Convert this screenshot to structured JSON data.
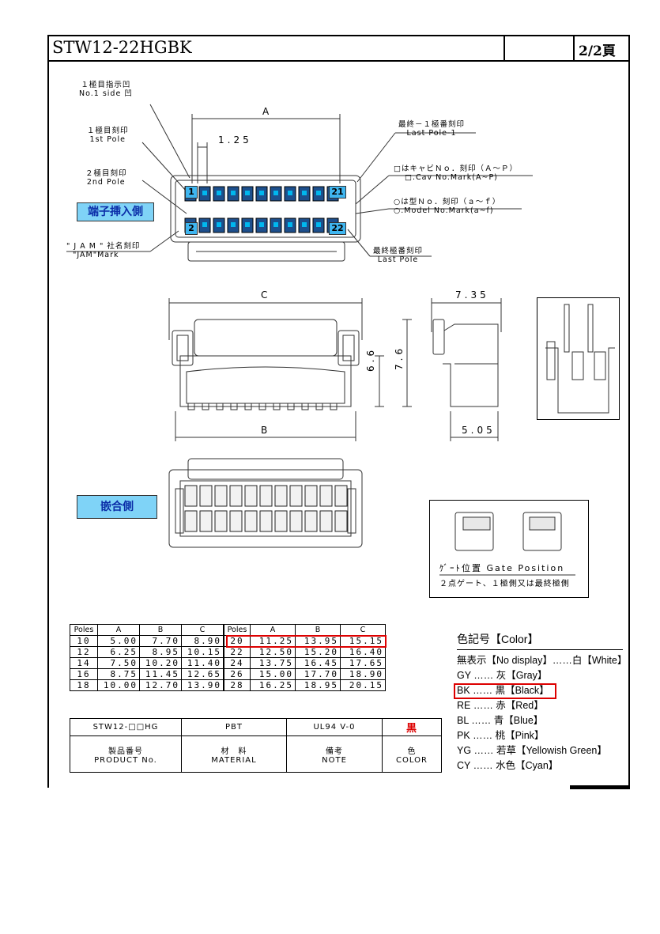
{
  "header": {
    "part_number": "STW12-22HGBK",
    "page": "2/2頁"
  },
  "top_view": {
    "no1_side_mark_jp": "１極目指示凹",
    "no1_side_mark_en": "No.1 side 凹",
    "first_pole_jp": "１極目刻印",
    "first_pole_en": "1st Pole",
    "second_pole_jp": "２極目刻印",
    "second_pole_en": "2nd Pole",
    "jam_mark_jp": "\" J A M \" 社名刻印",
    "jam_mark_en": "\"JAM\"Mark",
    "last_pole_minus1_jp": "最終－１極番刻印",
    "last_pole_minus1_en": "Last Pole-1",
    "cav_mark_jp": "□はキャビＮｏ．刻印（Ａ～Ｐ）",
    "cav_mark_en": "□.Cav No.Mark(A~P)",
    "model_mark_jp": "○は型Ｎｏ．刻印（ａ～ｆ）",
    "model_mark_en": "○.Model No.Mark(a~f)",
    "last_pole_jp": "最終極番刻印",
    "last_pole_en": "Last Pole",
    "terminal_insert_side": "端子挿入側",
    "dim_a": "A",
    "dim_pitch": "1.25",
    "pin_labels": [
      "1",
      "21",
      "2",
      "22"
    ]
  },
  "side_views": {
    "dim_c": "C",
    "dim_b": "B",
    "dim_66": "6.6",
    "dim_76": "7.6",
    "dim_735": "7.35",
    "dim_505": "5.05"
  },
  "mating_side_label": "嵌合側",
  "gate": {
    "label_jp": "ｹﾞｰﾄ位置",
    "label_en": "Gate Position",
    "note": "２点ゲート、１極側又は最終極側"
  },
  "pole_table": {
    "headers": [
      "Poles",
      "A",
      "B",
      "C",
      "Poles",
      "A",
      "B",
      "C"
    ],
    "rows": [
      [
        "10",
        "5.00",
        "7.70",
        "8.90",
        "20",
        "11.25",
        "13.95",
        "15.15"
      ],
      [
        "12",
        "6.25",
        "8.95",
        "10.15",
        "22",
        "12.50",
        "15.20",
        "16.40"
      ],
      [
        "14",
        "7.50",
        "10.20",
        "11.40",
        "24",
        "13.75",
        "16.45",
        "17.65"
      ],
      [
        "16",
        "8.75",
        "11.45",
        "12.65",
        "26",
        "15.00",
        "17.70",
        "18.90"
      ],
      [
        "18",
        "10.00",
        "12.70",
        "13.90",
        "28",
        "16.25",
        "18.95",
        "20.15"
      ]
    ]
  },
  "info_table": {
    "product": "STW12-□□HG",
    "material": "PBT",
    "note": "UL94 V-0",
    "color": "黒",
    "product_label_jp": "製品番号",
    "product_label_en": "PRODUCT No.",
    "material_label_jp": "材　料",
    "material_label_en": "MATERIAL",
    "note_label_jp": "備考",
    "note_label_en": "NOTE",
    "color_label_jp": "色",
    "color_label_en": "COLOR"
  },
  "color_code": {
    "title": "色記号【Color】",
    "items": [
      "無表示【No display】……白【White】",
      "GY …… 灰【Gray】",
      "BK …… 黒【Black】",
      "RE …… 赤【Red】",
      "BL …… 青【Blue】",
      "PK …… 桃【Pink】",
      "YG …… 若草【Yellowish Green】",
      "CY …… 水色【Cyan】"
    ]
  },
  "colors": {
    "highlight_red": "#d00000",
    "tag_blue": "#7fd3f7",
    "tag_text": "#0b2ea8",
    "pin_cyan": "#00b7ee"
  }
}
